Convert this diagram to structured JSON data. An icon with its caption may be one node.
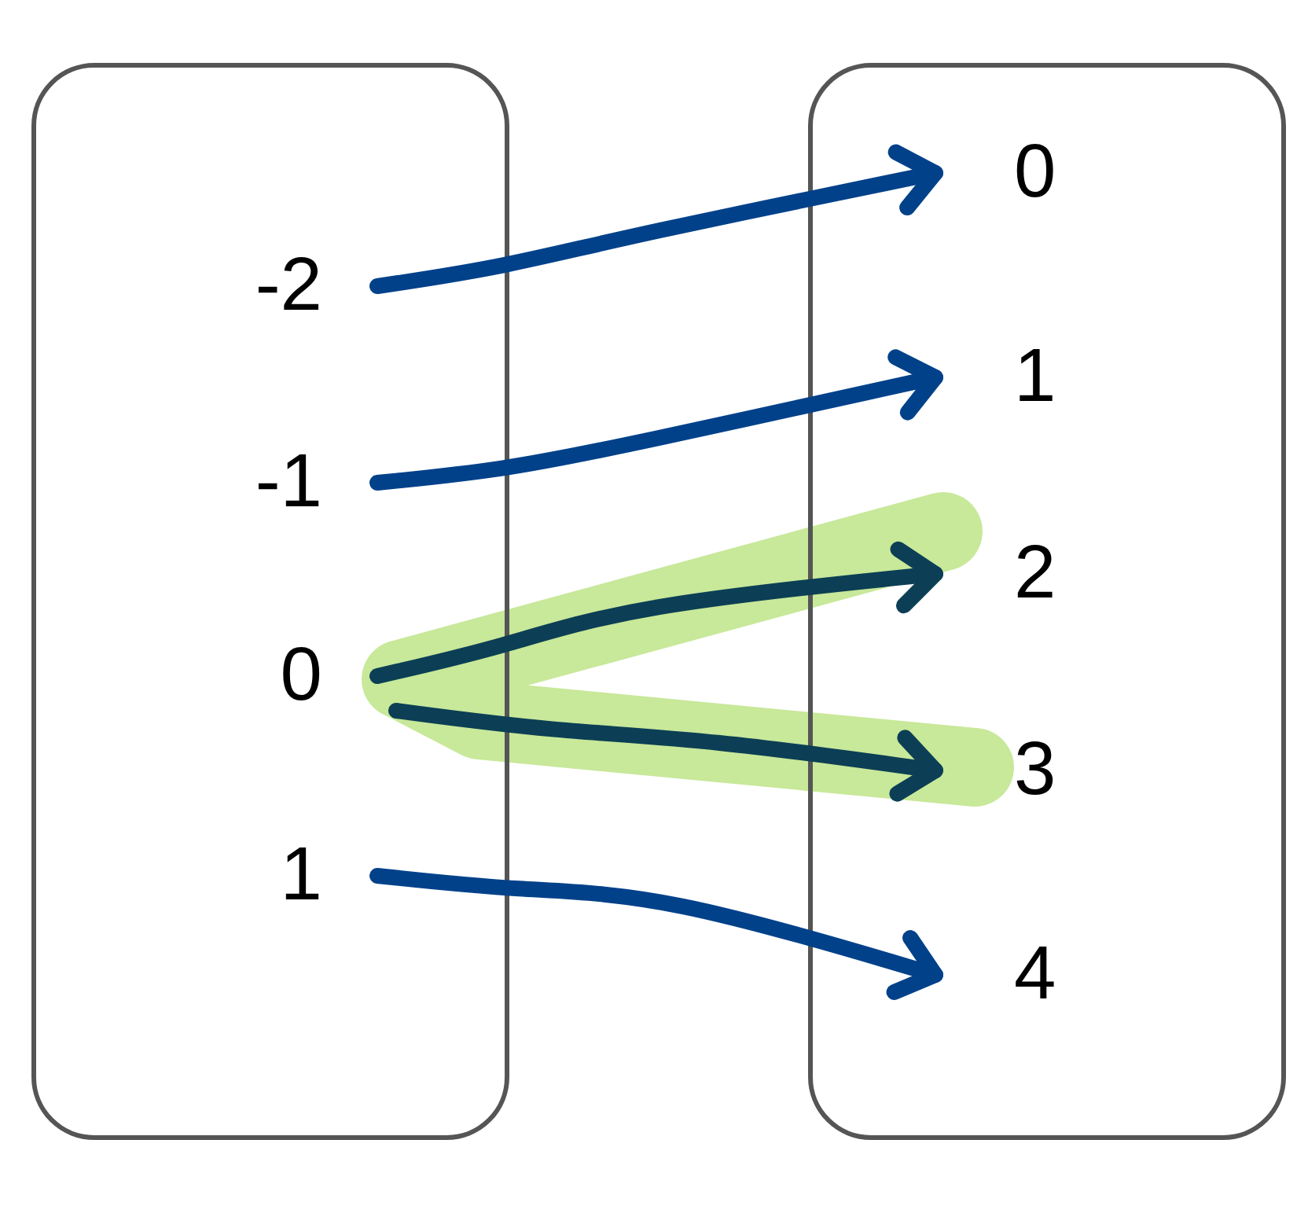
{
  "diagram": {
    "nodes": [
      {
        "text": [],
        "shape": "box"
      },
      {
        "text": [
          "-2"
        ],
        "in": 0
      },
      {
        "text": [
          "-1"
        ],
        "in": 0
      },
      {
        "text": [
          "0"
        ],
        "in": 0
      },
      {
        "text": [
          "1"
        ],
        "in": 0
      },
      {
        "text": [],
        "shape": "box"
      },
      {
        "text": [
          "0"
        ],
        "in": 5
      },
      {
        "text": [
          "1"
        ],
        "in": 5
      },
      {
        "text": [
          "2"
        ],
        "in": 5
      },
      {
        "text": [
          "3"
        ],
        "in": 5
      },
      {
        "text": [
          "4"
        ],
        "in": 5
      }
    ],
    "edges": [
      {
        "from": 1,
        "to": 6,
        "arrow": "to"
      },
      {
        "from": 2,
        "to": 7,
        "arrow": "to"
      },
      {
        "from": 3,
        "to": 8,
        "arrow": "to",
        "color": "#0c3f55"
      },
      {
        "from": 3,
        "to": 9,
        "arrow": "to",
        "color": "#0c3f55"
      },
      {
        "from": 4,
        "to": 10,
        "arrow": "to"
      }
    ]
  }
}
